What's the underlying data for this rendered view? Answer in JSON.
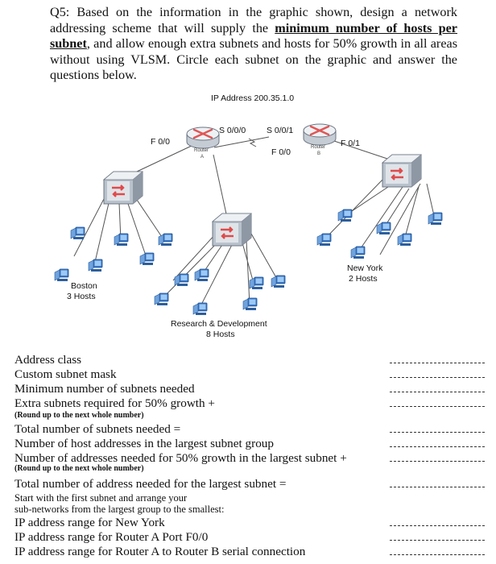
{
  "question": {
    "prefix": "Q5: Based on the information in the graphic shown, design a network addressing scheme that will supply the ",
    "emphasis": "minimum number of hosts per subnet",
    "suffix": ", and allow enough extra subnets and hosts for 50% growth in all areas without using VLSM. Circle each subnet on the graphic and answer the questions below."
  },
  "diagram": {
    "ip_label": "IP Address 200.35.1.0",
    "router_a": {
      "name": "Router",
      "letter": "A"
    },
    "router_b": {
      "name": "Router",
      "letter": "B"
    },
    "ports": {
      "a_f00": "F 0/0",
      "a_s000": "S 0/0/0",
      "b_s001": "S 0/0/1",
      "b_f00": "F 0/0",
      "b_f01": "F 0/1"
    },
    "boston": {
      "name": "Boston",
      "hosts": "3 Hosts"
    },
    "new_york": {
      "name": "New York",
      "hosts": "2 Hosts"
    },
    "rnd": {
      "name": "Research & Development",
      "hosts": "8 Hosts"
    }
  },
  "questions": [
    {
      "text": "Address class",
      "style": "normal",
      "blank": true
    },
    {
      "text": "Custom subnet mask",
      "style": "normal",
      "blank": true
    },
    {
      "text": "Minimum number of subnets needed",
      "style": "normal",
      "blank": true
    },
    {
      "text": "Extra subnets required for 50% growth +",
      "style": "normal",
      "blank": true
    },
    {
      "text": "(Round up to the next whole number)",
      "style": "small",
      "blank": false
    },
    {
      "text": "Total number of subnets needed =",
      "style": "normal",
      "blank": true
    },
    {
      "text": "Number of host addresses in the largest subnet group",
      "style": "normal",
      "blank": true
    },
    {
      "text": "Number of addresses needed for 50% growth in the largest subnet +",
      "style": "normal",
      "blank": true
    },
    {
      "text": "(Round up to the next whole number)",
      "style": "small",
      "blank": false
    },
    {
      "text": "Total number of address needed for the largest subnet =",
      "style": "normal",
      "blank": true
    },
    {
      "text": "Start with the first subnet and arrange your",
      "style": "plain",
      "blank": false
    },
    {
      "text": "sub-networks from the largest group to the smallest:",
      "style": "plain",
      "blank": false
    },
    {
      "text": "IP address range for New York",
      "style": "normal",
      "blank": true
    },
    {
      "text": "IP address range for Router A Port F0/0",
      "style": "normal",
      "blank": true
    },
    {
      "text": "IP address range for Router A to Router B serial connection",
      "style": "normal",
      "blank": true
    }
  ],
  "colors": {
    "monitor": "#3b78c8",
    "cable": "#555555",
    "switch": "#e46b6b",
    "router": "#e05555"
  }
}
